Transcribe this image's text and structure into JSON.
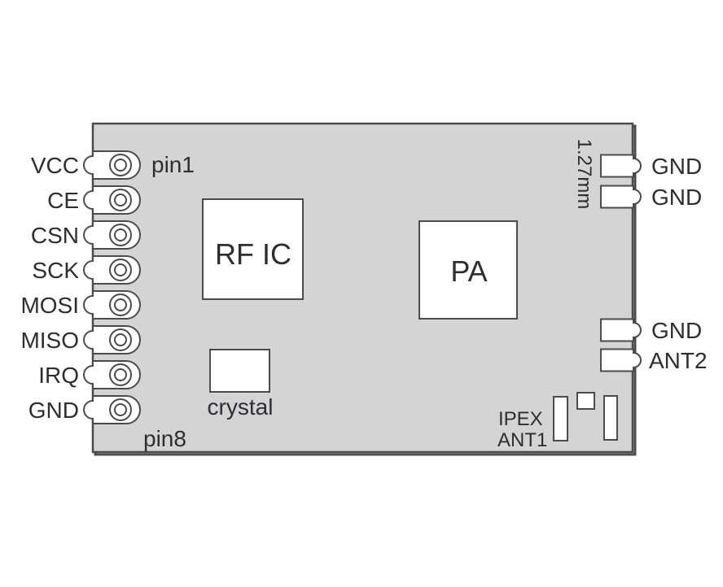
{
  "diagram": {
    "left_pins": [
      "VCC",
      "CE",
      "CSN",
      "SCK",
      "MOSI",
      "MISO",
      "IRQ",
      "GND"
    ],
    "pin_first_label": "pin1",
    "pin_last_label": "pin8",
    "blocks": {
      "rf_ic": "RF IC",
      "pa": "PA",
      "crystal": "crystal"
    },
    "right_top_pads": [
      "GND",
      "GND"
    ],
    "right_mid_pads": [
      "GND",
      "ANT2"
    ],
    "pitch_label": "1.27mm",
    "ipex_label": "IPEX",
    "ant1_label": "ANT1"
  },
  "colors": {
    "background": "#ffffff",
    "body_fill": "#d4d4d4",
    "outline": "#4b4b4b",
    "pad_fill": "#ffffff",
    "text": "#2e2e31"
  }
}
